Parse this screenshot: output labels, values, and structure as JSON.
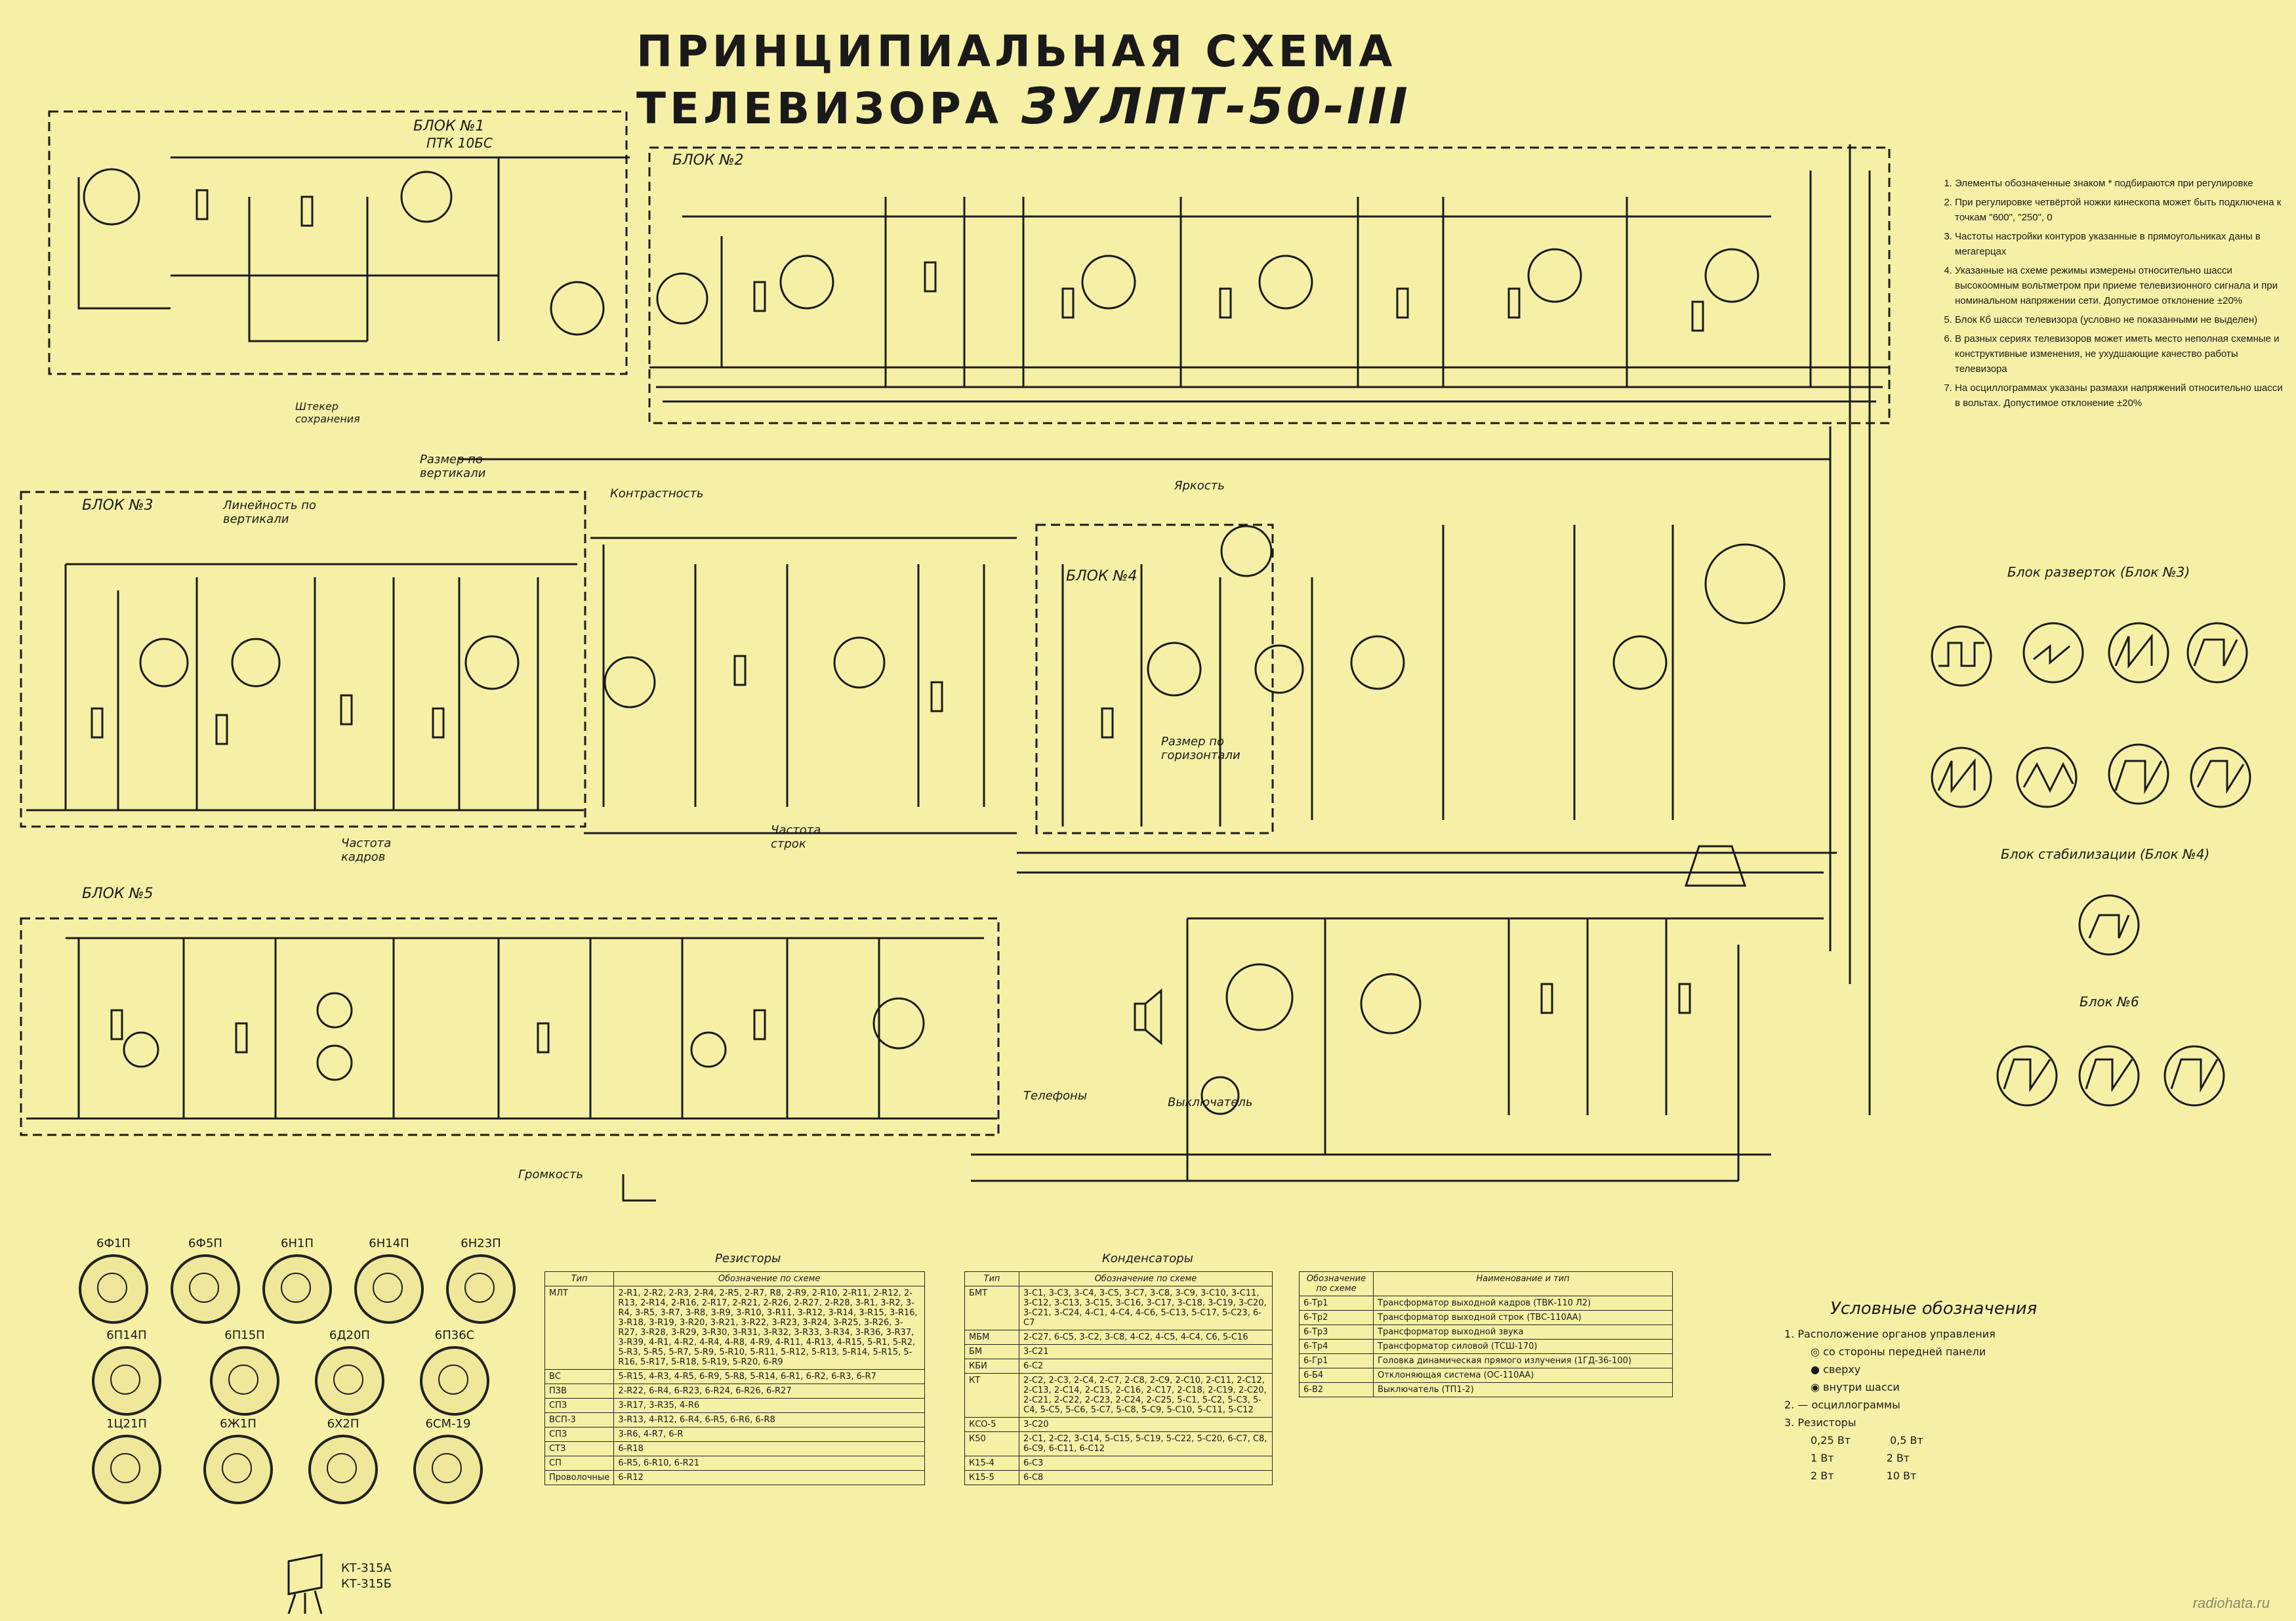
{
  "title": {
    "main": "ПРИНЦИПИАЛЬНАЯ СХЕМА ТЕЛЕВИЗОРА",
    "model": "ЗУЛПТ-50-III"
  },
  "blocks": {
    "b1": "БЛОК №1",
    "b1_sub": "ПТК 10БС",
    "b2": "БЛОК №2",
    "b3": "БЛОК №3",
    "b4": "БЛОК №4",
    "b5": "БЛОК №5"
  },
  "controls": {
    "razmer_vert": "Размер по вертикали",
    "lin_vert": "Линейность по вертикали",
    "kontrastnost": "Контрастность",
    "yarkost": "Яркость",
    "chastota_kadrov": "Частота кадров",
    "chastota_strok": "Частота строк",
    "razmer_gor": "Размер по горизонтали",
    "gromkost": "Громкость",
    "telefony": "Телефоны",
    "vyklyuchatel": "Выключатель",
    "shtekker": "Штекер сохранения"
  },
  "notes": [
    "Элементы обозначенные знаком * подбираются при регулировке",
    "При регулировке четвёртой ножки кинескопа может быть подключена к точкам \"600\", \"250\", 0",
    "Частоты настройки контуров указанные в прямоугольниках даны в мегагерцах",
    "Указанные на схеме режимы измерены относительно шасси высокоомным вольтметром при приеме телевизионного сигнала и при номинальном напряжении сети. Допустимое отклонение ±20%",
    "Блок Кб шасси телевизора (условно не показанными не выделен)",
    "В разных сериях телевизоров может иметь место неполная схемные и конструктивные изменения, не ухудшающие качество работы телевизора",
    "На осциллограммах указаны размахи напряжений относительно шасси в вольтах. Допустимое отклонение ±20%"
  ],
  "waveform_groups": [
    {
      "label": "Блок разверток (Блок №3)"
    },
    {
      "label": "Блок стабилизации (Блок №4)"
    },
    {
      "label": "Блок №6"
    }
  ],
  "tubes": [
    "6Ф1П",
    "6Ф5П",
    "6Н1П",
    "6Н14П",
    "6Н23П",
    "6П14П",
    "6П15П",
    "6Д20П",
    "6П36С",
    "1Ц21П",
    "6Ж1П",
    "6Х2П",
    "6СМ-19"
  ],
  "transistors": [
    "КТ-315А",
    "КТ-315Б"
  ],
  "resistors_table": {
    "caption": "Резисторы",
    "headers": [
      "Тип",
      "Обозначение по схеме"
    ],
    "rows": [
      [
        "МЛТ",
        "2-R1, 2-R2, 2-R3, 2-R4, 2-R5, 2-R7, R8, 2-R9, 2-R10, 2-R11, 2-R12, 2-R13, 2-R14, 2-R16, 2-R17, 2-R21, 2-R26, 2-R27, 2-R28, 3-R1, 3-R2, 3-R4, 3-R5, 3-R7, 3-R8, 3-R9, 3-R10, 3-R11, 3-R12, 3-R14, 3-R15, 3-R16, 3-R18, 3-R19, 3-R20, 3-R21, 3-R22, 3-R23, 3-R24, 3-R25, 3-R26, 3-R27, 3-R28, 3-R29, 3-R30, 3-R31, 3-R32, 3-R33, 3-R34, 3-R36, 3-R37, 3-R39, 4-R1, 4-R2, 4-R4, 4-R8, 4-R9, 4-R11, 4-R13, 4-R15, 5-R1, 5-R2, 5-R3, 5-R5, 5-R7, 5-R9, 5-R10, 5-R11, 5-R12, 5-R13, 5-R14, 5-R15, 5-R16, 5-R17, 5-R18, 5-R19, 5-R20, 6-R9"
      ],
      [
        "ВС",
        "5-R15, 4-R3, 4-R5, 6-R9, 5-R8, 5-R14, 6-R1, 6-R2, 6-R3, 6-R7"
      ],
      [
        "ПЗВ",
        "2-R22, 6-R4, 6-R23, 6-R24, 6-R26, 6-R27"
      ],
      [
        "СПЗ",
        "3-R17, 3-R35, 4-R6"
      ],
      [
        "ВСП-3",
        "3-R13, 4-R12, 6-R4, 6-R5, 6-R6, 6-R8"
      ],
      [
        "СПЗ",
        "3-R6, 4-R7, 6-R"
      ],
      [
        "СТЗ",
        "6-R18"
      ],
      [
        "СП",
        "6-R5, 6-R10, 6-R21"
      ],
      [
        "Проволочные",
        "6-R12"
      ]
    ]
  },
  "capacitors_table": {
    "caption": "Конденсаторы",
    "headers": [
      "Тип",
      "Обозначение по схеме"
    ],
    "rows": [
      [
        "БМТ",
        "3-C1, 3-C3, 3-C4, 3-C5, 3-C7, 3-C8, 3-C9, 3-C10, 3-C11, 3-C12, 3-C13, 3-C15, 3-C16, 3-C17, 3-C18, 3-C19, 3-C20, 3-C21, 3-C24, 4-C1, 4-C4, 4-C6, 5-C13, 5-C17, 5-C23, 6-C7"
      ],
      [
        "МБМ",
        "2-C27, 6-C5, 3-C2, 3-C8, 4-C2, 4-C5, 4-C4, C6, 5-C16"
      ],
      [
        "БМ",
        "3-C21"
      ],
      [
        "КБИ",
        "6-C2"
      ],
      [
        "КТ",
        "2-C2, 2-C3, 2-C4, 2-C7, 2-C8, 2-C9, 2-C10, 2-C11, 2-C12, 2-C13, 2-C14, 2-C15, 2-C16, 2-C17, 2-C18, 2-C19, 2-C20, 2-C21, 2-C22, 2-C23, 2-C24, 2-C25, 5-C1, 5-C2, 5-C3, 5-C4, 5-C5, 5-C6, 5-C7, 5-C8, 5-C9, 5-C10, 5-C11, 5-C12"
      ],
      [
        "КСО-5",
        "3-C20"
      ],
      [
        "К50",
        "2-C1, 2-C2, 3-C14, 5-C15, 5-C19, 5-C22, 5-C20, 6-C7, C8, 6-C9, 6-C11, 6-C12"
      ],
      [
        "К15-4",
        "6-C3"
      ],
      [
        "К15-5",
        "6-C8"
      ]
    ]
  },
  "parts_table": {
    "headers": [
      "Обозначение по схеме",
      "Наименование и тип"
    ],
    "rows": [
      [
        "6-Тр1",
        "Трансформатор выходной кадров (ТВК-110 Л2)"
      ],
      [
        "6-Тр2",
        "Трансформатор выходной строк (ТВС-110АА)"
      ],
      [
        "6-Тр3",
        "Трансформатор выходной звука"
      ],
      [
        "6-Тр4",
        "Трансформатор силовой (ТСШ-170)"
      ],
      [
        "6-Гр1",
        "Головка динамическая прямого излучения (1ГД-36-100)"
      ],
      [
        "6-Б4",
        "Отклоняющая система (ОС-110АА)"
      ],
      [
        "6-В2",
        "Выключатель (ТП1-2)"
      ]
    ]
  },
  "legend": {
    "title": "Условные обозначения",
    "line1": "1. Расположение органов управления",
    "items": [
      "со стороны передней панели",
      "сверху",
      "внутри шасси"
    ],
    "line2": "2. — осциллограммы",
    "line3": "3. Резисторы",
    "res_labels": [
      "0,25 Вт",
      "1 Вт",
      "2 Вт",
      "0,5 Вт",
      "2 Вт",
      "10 Вт"
    ]
  },
  "watermark": "radiohata.ru"
}
